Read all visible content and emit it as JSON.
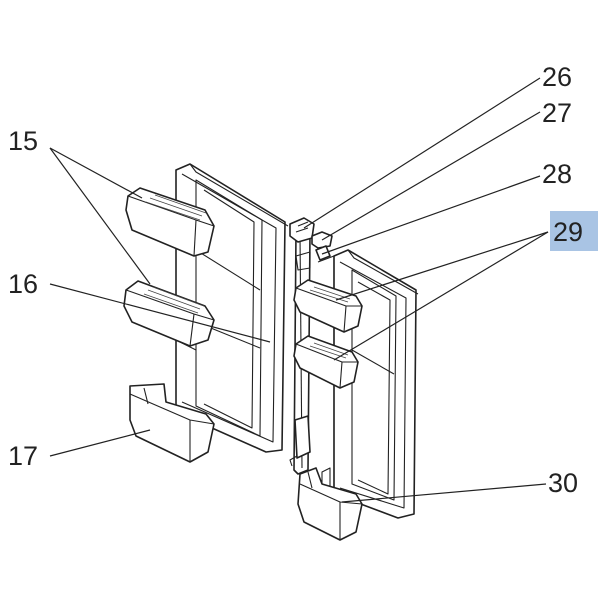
{
  "figure": {
    "callouts": [
      {
        "id": "c26",
        "text": "26"
      },
      {
        "id": "c27",
        "text": "27"
      },
      {
        "id": "c28",
        "text": "28"
      },
      {
        "id": "c29",
        "text": "29"
      },
      {
        "id": "c15",
        "text": "15"
      },
      {
        "id": "c16",
        "text": "16"
      },
      {
        "id": "c17",
        "text": "17"
      },
      {
        "id": "c30",
        "text": "30"
      }
    ],
    "highlighted_callout": "29",
    "colors": {
      "line": "#222222",
      "highlight": "#a9c4e4",
      "background": "#ffffff"
    }
  }
}
